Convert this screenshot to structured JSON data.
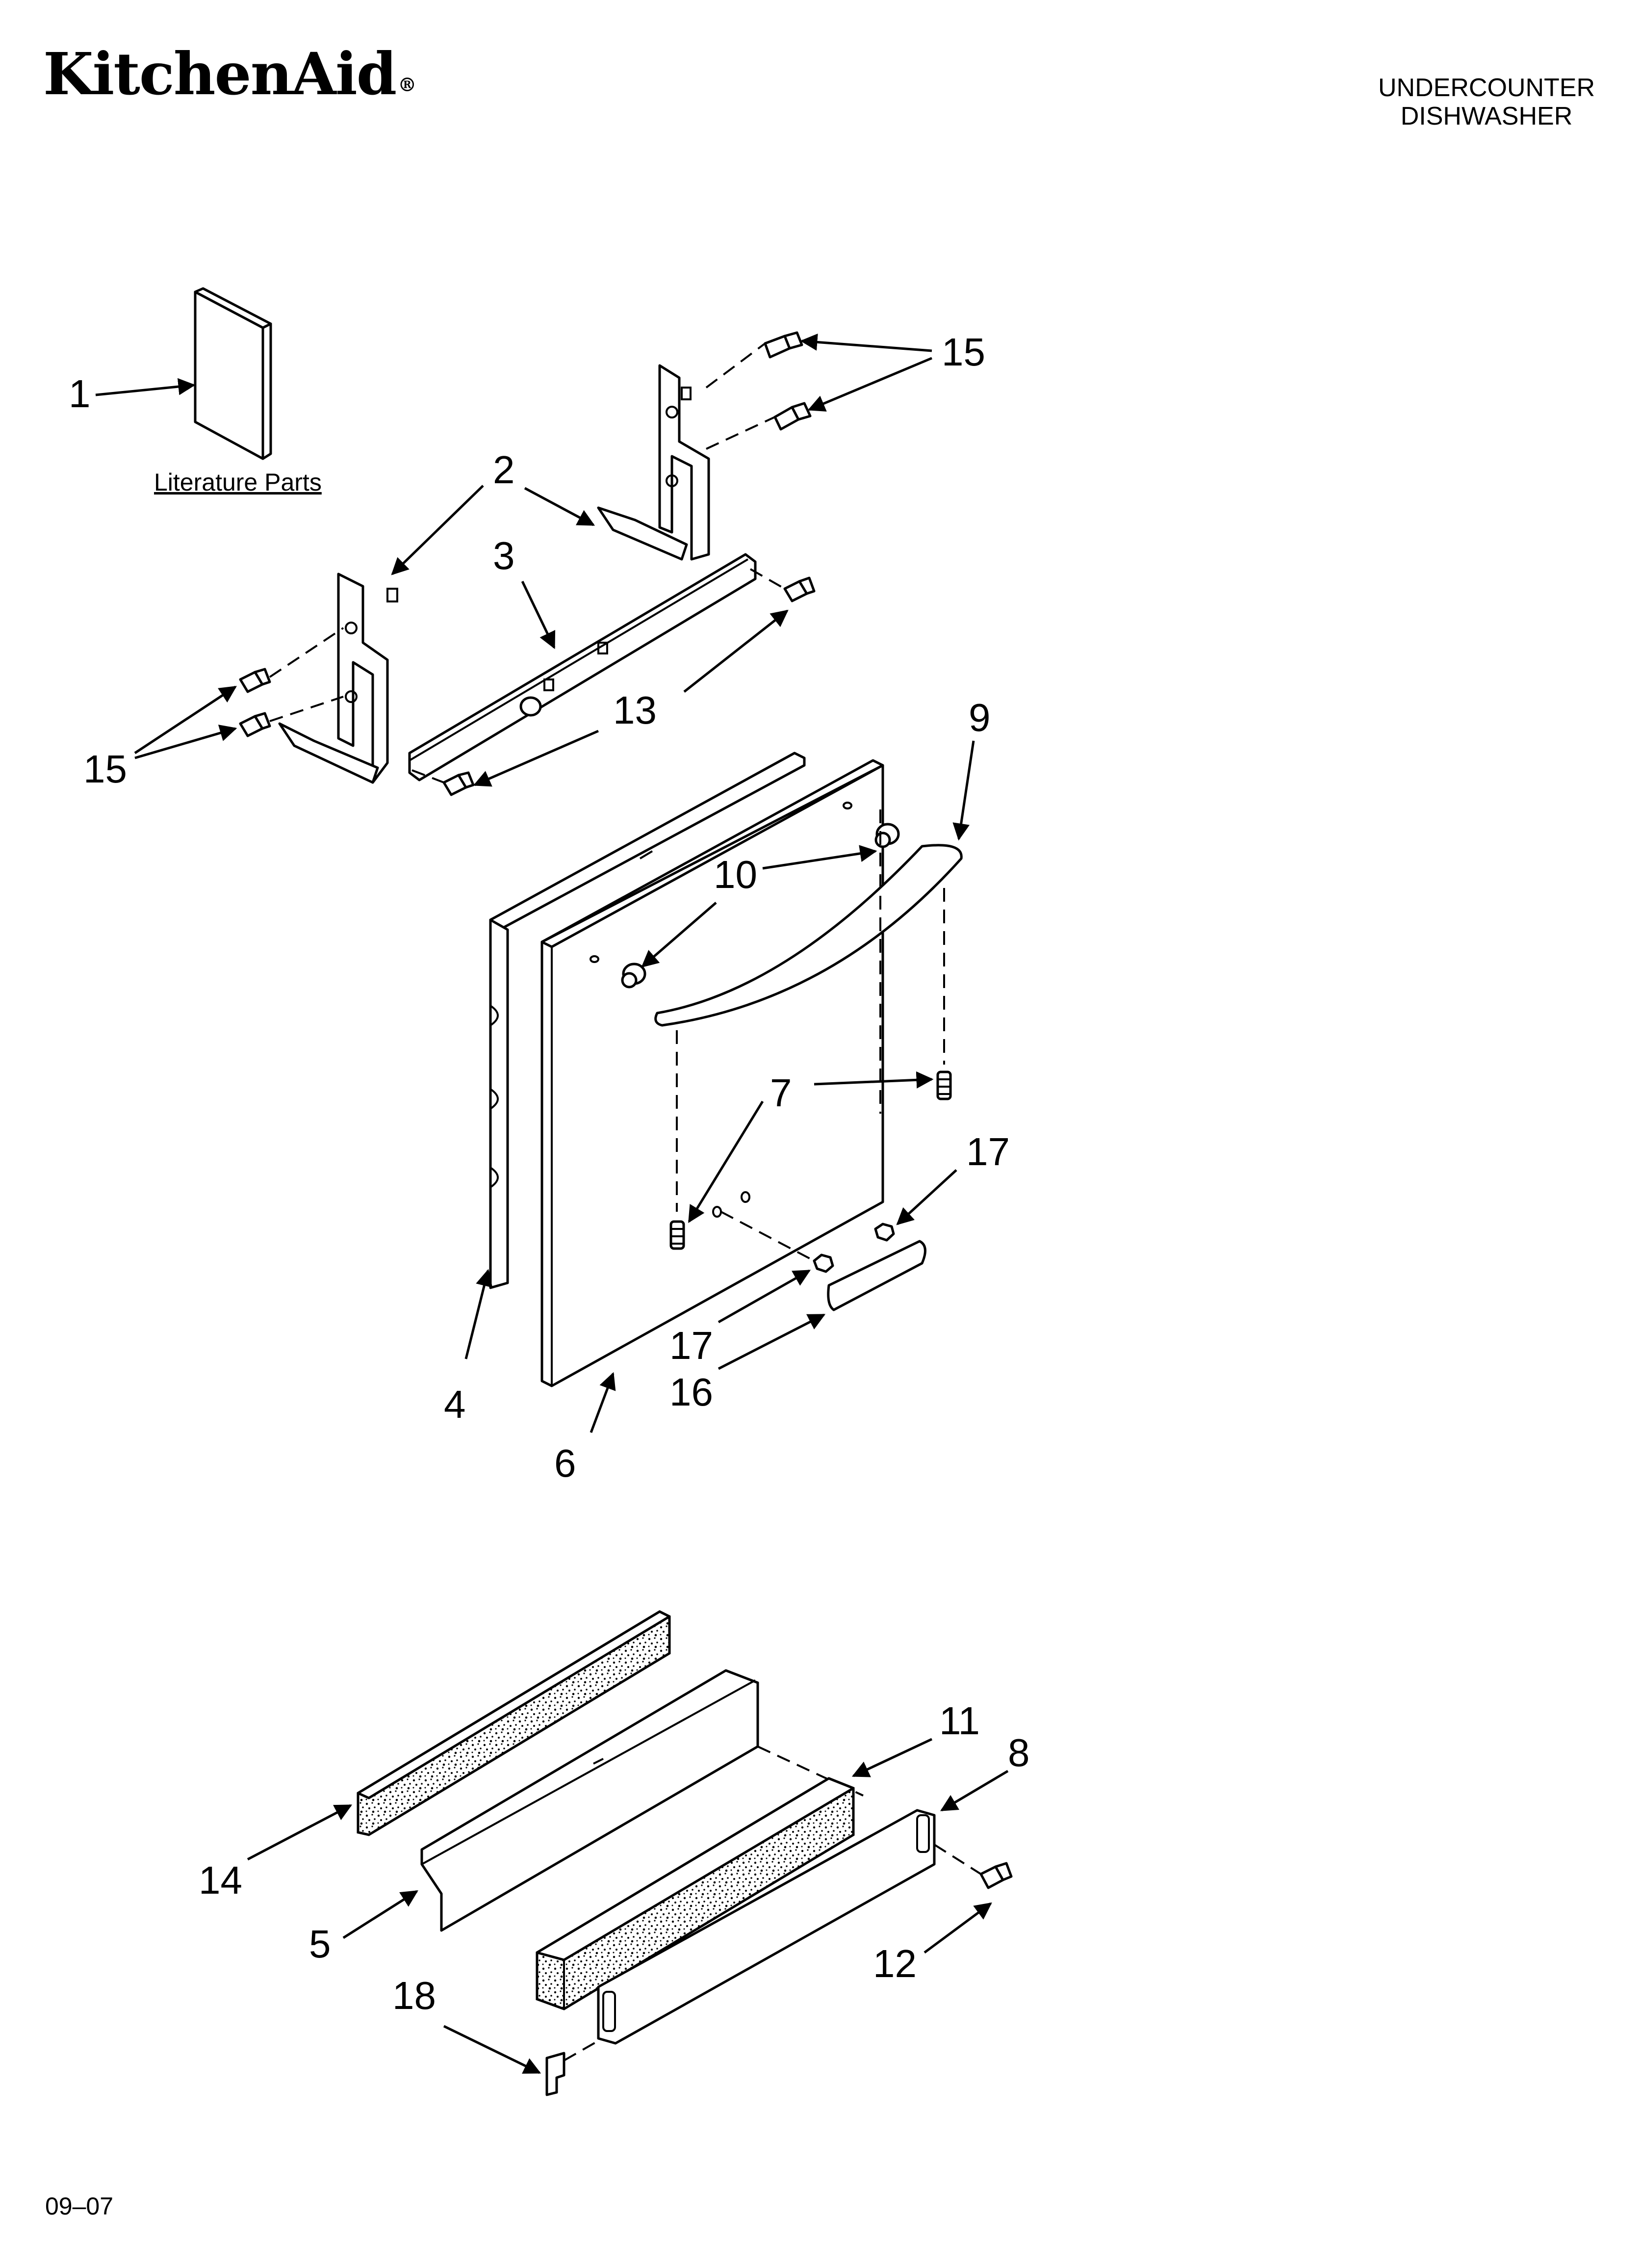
{
  "header": {
    "brand": "KitchenAid",
    "brand_mark": "®",
    "title_lines": [
      "UNDERCOUNTER",
      "DISHWASHER"
    ]
  },
  "footer": {
    "code": "09–07"
  },
  "diagram": {
    "literature_label": "Literature Parts",
    "callouts": [
      {
        "id": "c1",
        "text": "1"
      },
      {
        "id": "c2",
        "text": "2"
      },
      {
        "id": "c3",
        "text": "3"
      },
      {
        "id": "c4",
        "text": "4"
      },
      {
        "id": "c5",
        "text": "5"
      },
      {
        "id": "c6",
        "text": "6"
      },
      {
        "id": "c7",
        "text": "7"
      },
      {
        "id": "c8",
        "text": "8"
      },
      {
        "id": "c9",
        "text": "9"
      },
      {
        "id": "c10",
        "text": "10"
      },
      {
        "id": "c11",
        "text": "11"
      },
      {
        "id": "c12",
        "text": "12"
      },
      {
        "id": "c13",
        "text": "13"
      },
      {
        "id": "c14",
        "text": "14"
      },
      {
        "id": "c15a",
        "text": "15"
      },
      {
        "id": "c15b",
        "text": "15"
      },
      {
        "id": "c16",
        "text": "16"
      },
      {
        "id": "c17a",
        "text": "17"
      },
      {
        "id": "c17b",
        "text": "17"
      },
      {
        "id": "c18",
        "text": "18"
      }
    ]
  }
}
